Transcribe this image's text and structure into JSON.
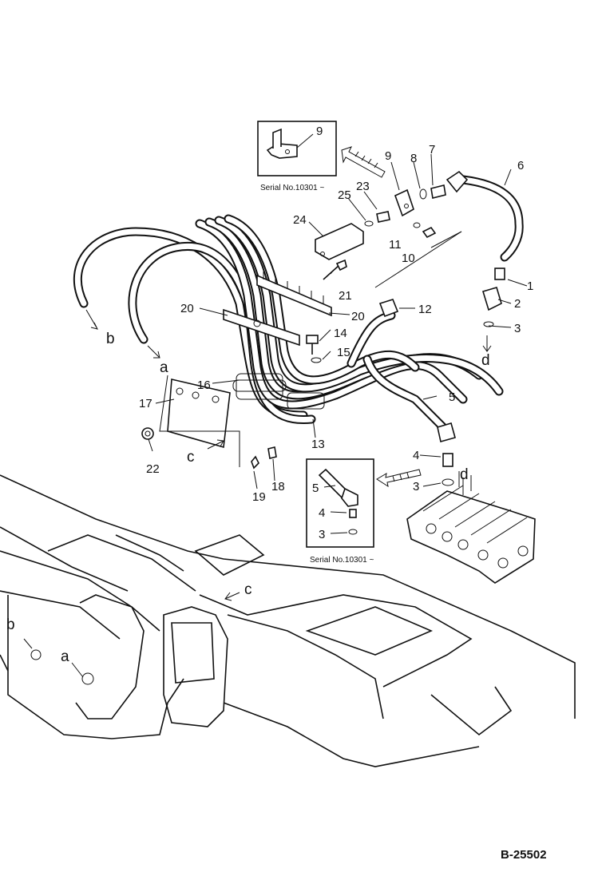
{
  "diagram": {
    "drawing_code": "B-25502",
    "serial_note_top": "Serial No.10301 ~",
    "serial_note_bottom": "Serial No.10301 ~",
    "inset_top_callouts": [
      "9"
    ],
    "inset_bottom_callouts": [
      "5",
      "4",
      "3"
    ],
    "callouts": [
      "1",
      "2",
      "3",
      "4",
      "5",
      "6",
      "7",
      "8",
      "9",
      "10",
      "11",
      "12",
      "13",
      "14",
      "15",
      "16",
      "17",
      "18",
      "19",
      "20",
      "20",
      "21",
      "22",
      "23",
      "24",
      "25",
      "3"
    ],
    "connection_letters": [
      "a",
      "b",
      "c",
      "d",
      "a",
      "b",
      "c",
      "d"
    ]
  }
}
